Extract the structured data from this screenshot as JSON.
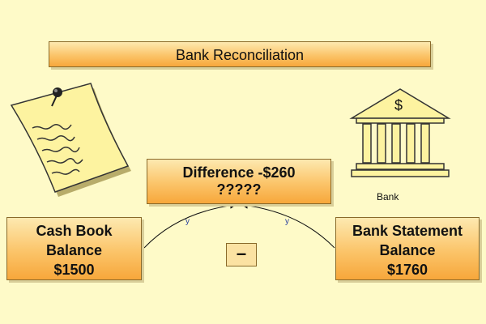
{
  "title": "Bank Reconciliation",
  "difference": {
    "line1": "Difference -$260",
    "line2": "?????"
  },
  "cash_book": {
    "line1": "Cash Book",
    "line2": "Balance",
    "line3": "$1500"
  },
  "bank_statement": {
    "line1": "Bank Statement",
    "line2": "Balance",
    "line3": "$1760"
  },
  "operator": "–",
  "bank_icon": {
    "symbol": "$",
    "caption": "Bank"
  },
  "arrow_labels": {
    "left": "y",
    "right": "y"
  },
  "colors": {
    "background": "#fefac8",
    "box_top": "#fde9b0",
    "box_bottom": "#f7a73b",
    "note": "#fdf3a0"
  }
}
